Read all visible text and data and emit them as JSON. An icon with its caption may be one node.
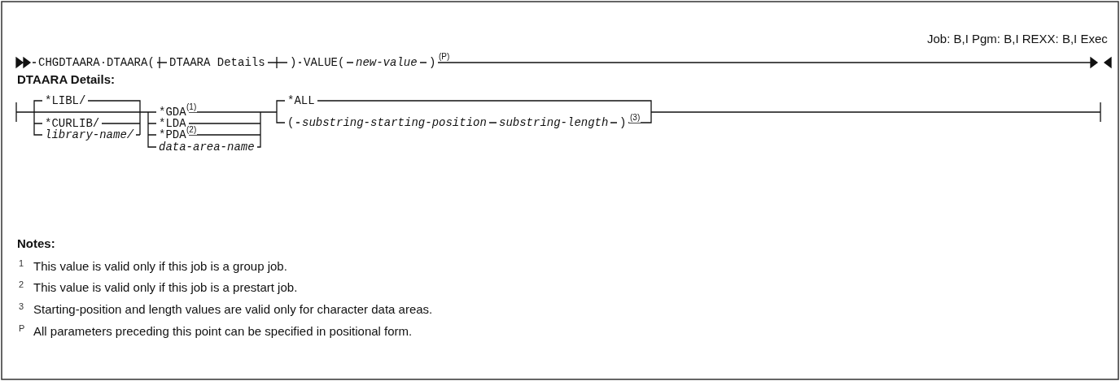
{
  "diagram": {
    "labels": [
      "Job: B,I Pgm: B,I REXX: B,I Exec",
      "CHGDTAARA",
      "DTAARA(",
      "DTAARA Details",
      ")",
      "VALUE(",
      "new-value",
      ")",
      "(P)",
      "DTAARA Details:",
      "*LIBL/",
      "*ALL",
      "*GDA",
      "(1)",
      "*CURLIB/",
      "*LDA",
      "(",
      "substring-starting-position",
      "substring-length",
      ")",
      "(3)",
      "library-name/",
      "*PDA",
      "(2)",
      "data-area-name",
      "Notes:",
      "1",
      "This value is valid only if this job is a group job.",
      "2",
      "This value is valid only if this job is a prestart job.",
      "3",
      "Starting-position and length values are valid only for character data areas.",
      "P",
      "All parameters preceding this point can be specified in positional form."
    ]
  }
}
